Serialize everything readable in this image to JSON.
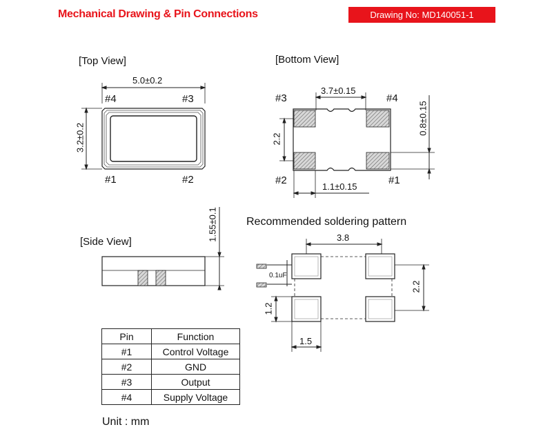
{
  "header": {
    "title": "Mechanical Drawing & Pin Connections",
    "drawing_no": "Drawing No: MD140051-1"
  },
  "top_view": {
    "label": "[Top View]",
    "width_dim": "5.0±0.2",
    "height_dim": "3.2±0.2",
    "pins": {
      "p4": "#4",
      "p3": "#3",
      "p1": "#1",
      "p2": "#2"
    }
  },
  "bottom_view": {
    "label": "[Bottom View]",
    "pitch_dim": "3.7±0.15",
    "pad_width_dim": "1.1±0.15",
    "pad_height_dim": "0.8±0.15",
    "row_pitch_dim": "2.2",
    "pins": {
      "p3": "#3",
      "p4": "#4",
      "p2": "#2",
      "p1": "#1"
    }
  },
  "side_view": {
    "label": "[Side View]",
    "height_dim": "1.55±0.1"
  },
  "solder_pattern": {
    "label": "Recommended soldering pattern",
    "pitch_dim": "3.8",
    "pad_w_dim": "1.5",
    "pad_h_dim": "1.2",
    "row_pitch_dim": "2.2",
    "capacitor": "0.1uF"
  },
  "pin_table": {
    "headers": [
      "Pin",
      "Function"
    ],
    "rows": [
      [
        "#1",
        "Control Voltage"
      ],
      [
        "#2",
        "GND"
      ],
      [
        "#3",
        "Output"
      ],
      [
        "#4",
        "Supply Voltage"
      ]
    ]
  },
  "unit": "Unit : mm",
  "colors": {
    "accent": "#e8141b",
    "line": "#222222",
    "hatch": "#777777"
  }
}
